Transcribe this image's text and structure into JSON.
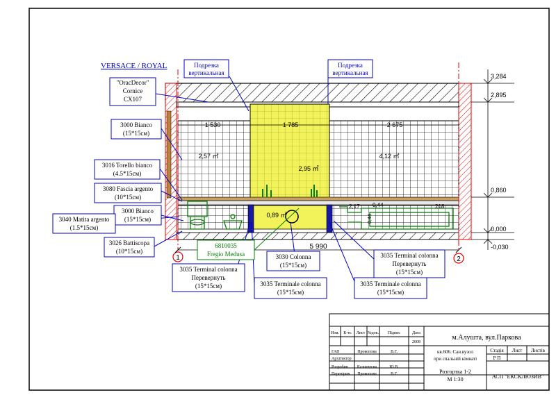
{
  "brand": "VERSACE / ROYAL",
  "callouts": {
    "podrezka_left": [
      "Подрезка",
      "вертикальная"
    ],
    "podrezka_right": [
      "Подрезка",
      "вертикальная"
    ],
    "cornice": [
      "\"OracDecor\"",
      "Cornice",
      "CX107"
    ],
    "bianco_top": [
      "3000 Bianco",
      "(15*15см)"
    ],
    "torello": [
      "3016 Torello bianco",
      "(4.5*15см)"
    ],
    "fascia": [
      "3080 Fascia argento",
      "(10*15см)"
    ],
    "bianco_bottom": [
      "3000 Bianco",
      "(15*15см)"
    ],
    "matita": [
      "3040 Matita argento",
      "(1.5*15см)"
    ],
    "battiscopa": [
      "3026 Battiscopa",
      "(10*15см)"
    ],
    "terminal_rev_left": [
      "3035 Terminal colonna",
      "Перевернуть",
      "(15*15см)"
    ],
    "terminale_mid": [
      "3035 Terminale colonna",
      "(15*15см)"
    ],
    "colonna": [
      "3030 Colonna",
      "(15*15см)"
    ],
    "terminal_rev_right": [
      "3035 Terminal colonna",
      "Перевернуть",
      "(15*15см)"
    ],
    "terminale_right": [
      "3035 Terminale colonna",
      "(15*15см)"
    ],
    "fregio": [
      "6810035",
      "Fregio Medusa"
    ]
  },
  "dimensions": {
    "seg1": "1 530",
    "seg2": "1 785",
    "seg3": "2 675",
    "total": "5 990",
    "area1": "2,57 ㎡",
    "area2": "2,95 ㎡",
    "area3": "4,12 ㎡",
    "area4": "0,89 ㎡",
    "small1": "2,17",
    "small2": "0,44",
    "small3": "218",
    "small4": "0,44"
  },
  "levels": [
    "3,284",
    "2,895",
    "0,860",
    "0,000",
    "-0,030"
  ],
  "axes": [
    "1",
    "2"
  ],
  "title_block": {
    "headers": [
      "Изм.",
      "К-ть",
      "Лист",
      "№док.",
      "Підпис",
      "Дата"
    ],
    "date": "2008",
    "address": "м.Алушта, вул.Паркова",
    "roles": [
      {
        "role": "ГАП",
        "name": "Прокопова",
        "sign": "В.Г."
      },
      {
        "role": "Архітектор",
        "name": "",
        "sign": ""
      },
      {
        "role": "Розробив",
        "name": "Казначеєва",
        "sign": "Ю.В."
      },
      {
        "role": "Перевірив",
        "name": "Прокопова",
        "sign": "В.Г."
      }
    ],
    "object": [
      "кв.606. Сан.вузол",
      "при спальній кімнаті"
    ],
    "stage_headers": [
      "Стадія",
      "Лист",
      "Листів"
    ],
    "stage": "Р П",
    "sheet_title": [
      "Розгортка 1-2",
      "М 1:30"
    ],
    "company": "АСП \"ЕКСКЛЮЗИВ\""
  }
}
